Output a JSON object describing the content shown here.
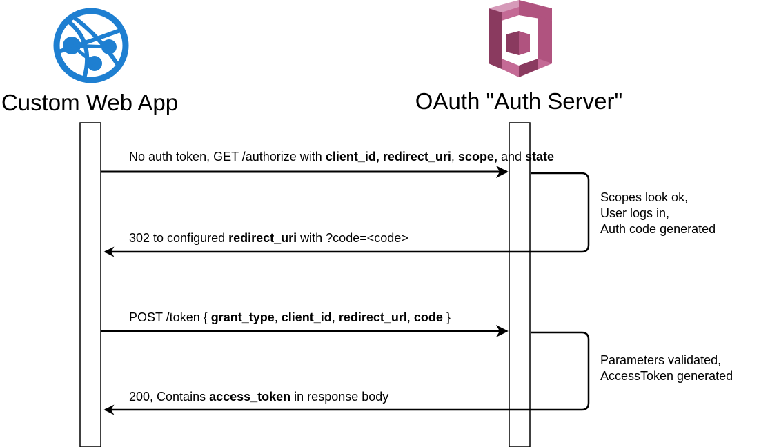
{
  "colors": {
    "web_app_icon": "#1e7fd1",
    "auth_icon_dark": "#8a3a5f",
    "auth_icon_mid": "#b0537f",
    "auth_icon_light": "#d69ab9",
    "line": "#000000"
  },
  "actors": {
    "left": {
      "name": "Custom Web App",
      "icon": "web-app-globe-icon"
    },
    "right": {
      "name": "OAuth \"Auth Server\"",
      "icon": "aws-cognito-icon"
    }
  },
  "messages": {
    "m1": {
      "parts": [
        {
          "text": "No auth token, GET /authorize with ",
          "bold": false
        },
        {
          "text": "client_id, redirect_uri",
          "bold": true
        },
        {
          "text": ", ",
          "bold": false
        },
        {
          "text": "scope,",
          "bold": true
        },
        {
          "text": " and ",
          "bold": false
        },
        {
          "text": "state",
          "bold": true
        }
      ]
    },
    "m2": {
      "parts": [
        {
          "text": "302 to configured ",
          "bold": false
        },
        {
          "text": "redirect_uri",
          "bold": true
        },
        {
          "text": " with ?code=<code>",
          "bold": false
        }
      ]
    },
    "m3": {
      "parts": [
        {
          "text": "POST /token { ",
          "bold": false
        },
        {
          "text": "grant_type",
          "bold": true
        },
        {
          "text": ", ",
          "bold": false
        },
        {
          "text": "client_id",
          "bold": true
        },
        {
          "text": ", ",
          "bold": false
        },
        {
          "text": "redirect_url",
          "bold": true
        },
        {
          "text": ", ",
          "bold": false
        },
        {
          "text": "code",
          "bold": true
        },
        {
          "text": " }",
          "bold": false
        }
      ]
    },
    "m4": {
      "parts": [
        {
          "text": "200, Contains ",
          "bold": false
        },
        {
          "text": "access_token",
          "bold": true
        },
        {
          "text": " in response body",
          "bold": false
        }
      ]
    }
  },
  "notes": {
    "n1": {
      "lines": [
        "Scopes look ok,",
        "User logs in,",
        "Auth code generated"
      ]
    },
    "n2": {
      "lines": [
        "Parameters validated,",
        "AccessToken generated"
      ]
    }
  }
}
